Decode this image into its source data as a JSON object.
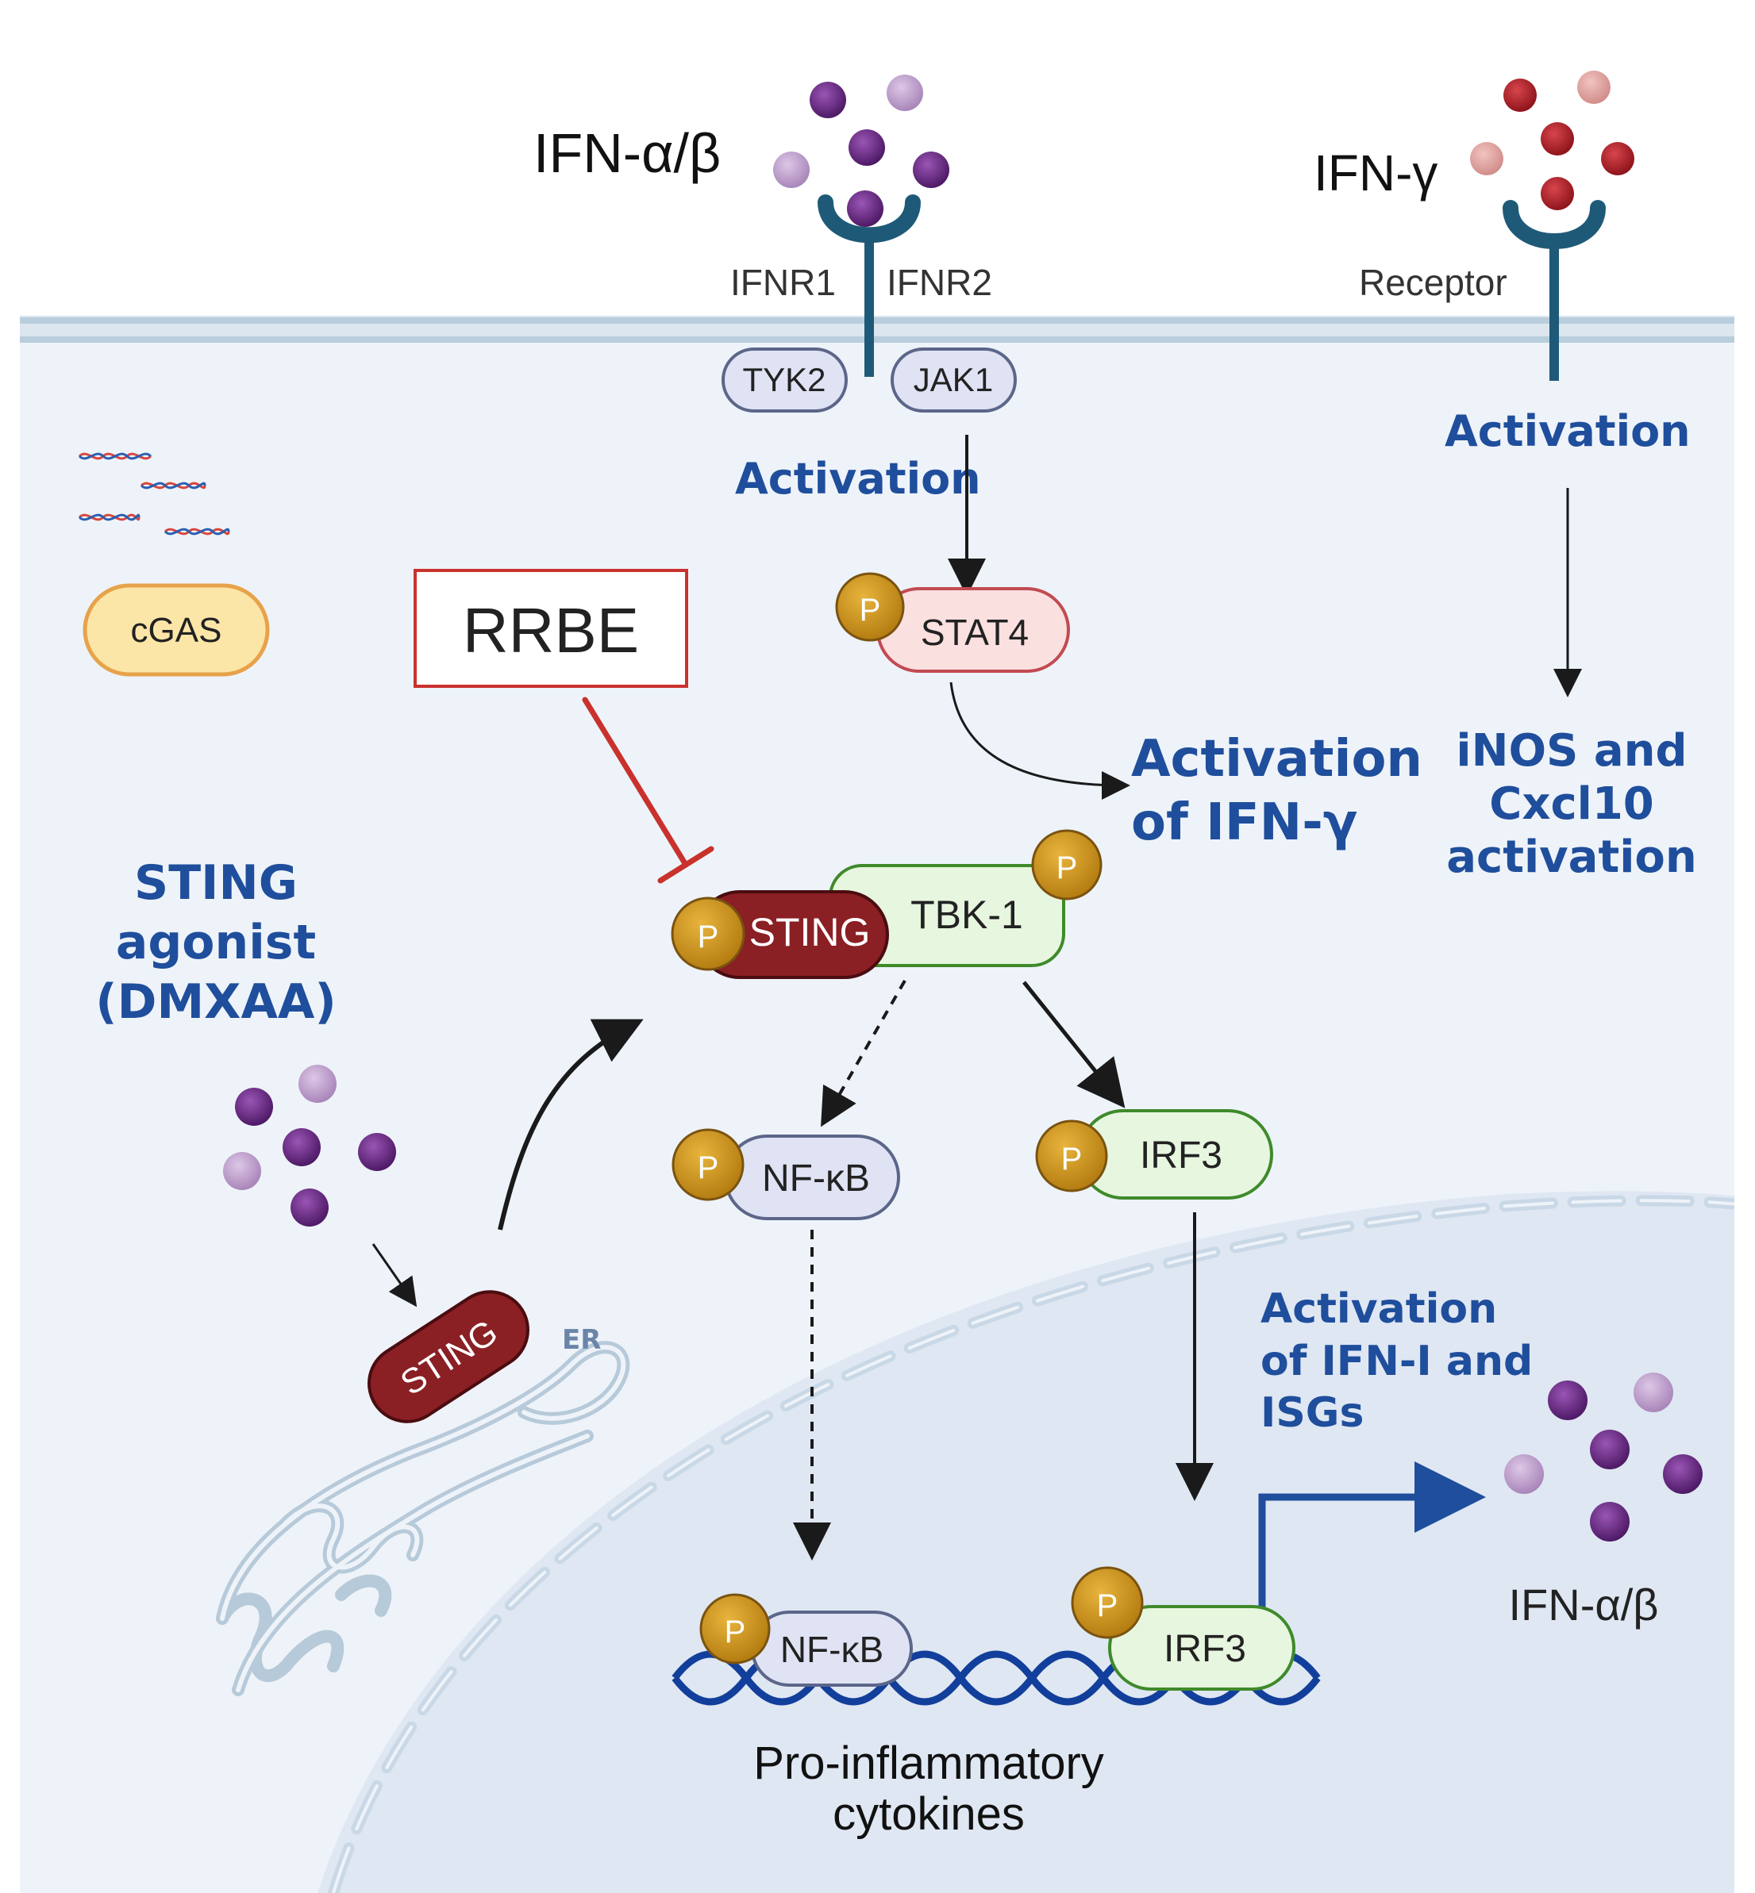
{
  "ligands": {
    "ifn_ab_top": "IFN-α/β",
    "ifn_g_top": "IFN-γ",
    "ifn_ab_bottom": "IFN-α/β"
  },
  "receptors": {
    "ifnr1": "IFNR1",
    "ifnr2": "IFNR2",
    "ifng_receptor": "Receptor"
  },
  "kinases": {
    "tyk2": "TYK2",
    "jak1": "JAK1"
  },
  "proteins": {
    "cgas": "cGAS",
    "stat4": "STAT4",
    "sting": "STING",
    "tbk1": "TBK-1",
    "nfkb": "NF-κB",
    "irf3": "IRF3",
    "sting_er": "STING",
    "nfkb_dna": "NF-κB",
    "irf3_dna": "IRF3",
    "phospho": "P"
  },
  "inhibitor": {
    "label": "RRBE"
  },
  "organelle": {
    "er": "ER"
  },
  "annotations": {
    "activation_left": "Activation",
    "activation_right": "Activation",
    "activation_ifng": [
      "Activation",
      "of IFN-γ"
    ],
    "inos": [
      "iNOS and",
      "Cxcl10",
      "activation"
    ],
    "sting_agonist": [
      "STING",
      "agonist",
      "(DMXAA)"
    ],
    "ifn1_isgs": [
      "Activation",
      "of IFN-I and",
      "ISGs"
    ],
    "pro_inflammatory": [
      "Pro-inflammatory",
      "cytokines"
    ]
  },
  "colors": {
    "membrane": "#c5d6e3",
    "cytoplasm": "#eef3f9",
    "nucleus": "#dfe7f3",
    "receptor": "#1e5a78",
    "annotation_blue": "#1f4e9c",
    "inhibition_red": "#c9322c",
    "ligand_dark": "#6b2a87",
    "ligand_light": "#c6a6d3",
    "ifng_dark": "#b3212a",
    "ifng_light": "#e9a3a0",
    "phospho": "#d39a22",
    "sting": "#8a1f24",
    "tbk_green": "#e7f6df",
    "stat_pink": "#fbe0e0",
    "nfkb_lav": "#dfe3f4",
    "cgas_yellow": "#fbe6a7",
    "dna_blue": "#123f9b"
  },
  "icons": [
    "dna-icon",
    "receptor-icon",
    "ligand-particle-icon",
    "phospho-group-icon",
    "er-membrane-icon",
    "dna-helix-icon"
  ]
}
